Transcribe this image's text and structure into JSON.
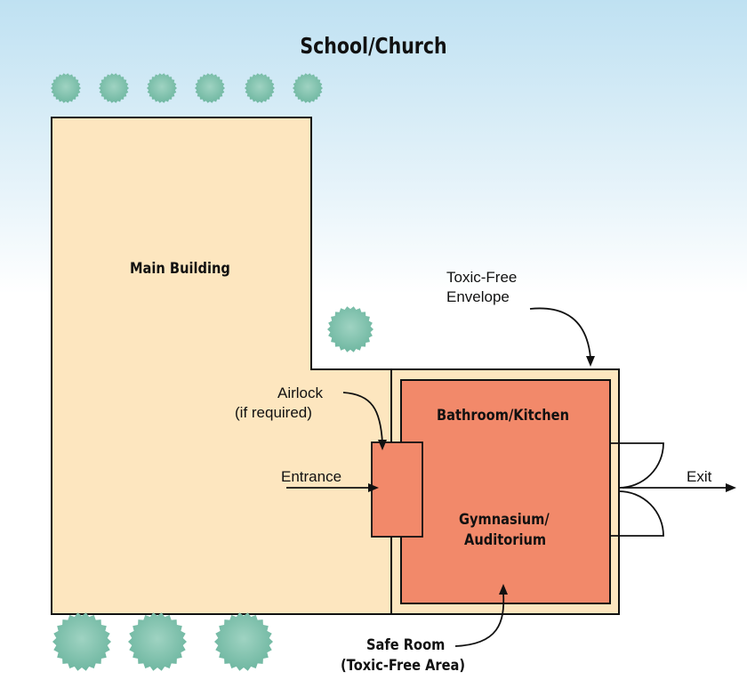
{
  "title": "School/Church",
  "labels": {
    "main_building": "Main Building",
    "envelope_line1": "Toxic-Free",
    "envelope_line2": "Envelope",
    "airlock_line1": "Airlock",
    "airlock_line2": "(if required)",
    "entrance": "Entrance",
    "bathroom_kitchen": "Bathroom/Kitchen",
    "gym_line1": "Gymnasium/",
    "gym_line2": "Auditorium",
    "exit": "Exit",
    "safe_line1": "Safe Room",
    "safe_line2": "(Toxic-Free Area)"
  },
  "colors": {
    "building_fill": "#fde6bf",
    "safe_room_fill": "#f2896a",
    "tree_fill": "#7fc2ad",
    "stroke": "#111111"
  },
  "icons": {
    "tree": "tree-icon"
  }
}
